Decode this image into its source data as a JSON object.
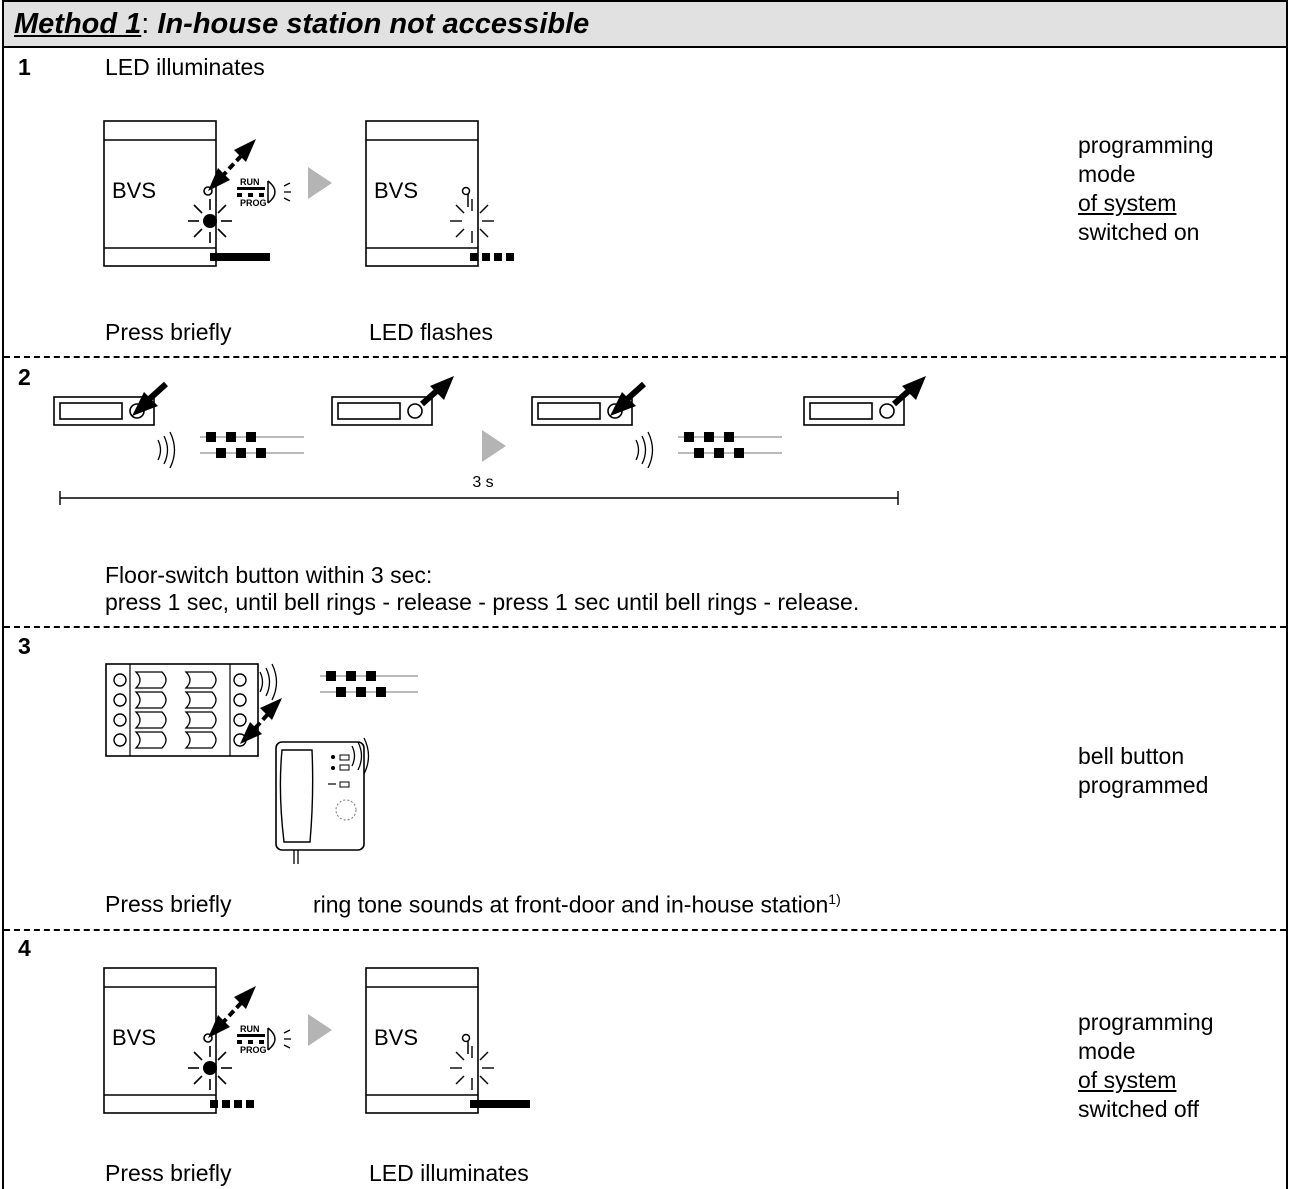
{
  "header": {
    "title_method": "Method 1",
    "title_colon": ":",
    "title_rest": " In-house station not accessible"
  },
  "steps": [
    {
      "number": "1",
      "heading": "LED illuminates",
      "caption_left": "Press briefly",
      "caption_right": "LED flashes",
      "note": [
        "programming",
        "mode",
        "of system",
        "switched on"
      ]
    },
    {
      "number": "2",
      "time_label": "3 s",
      "caption_line1": "Floor-switch button within 3 sec:",
      "caption_line2": "press 1 sec, until bell rings - release - press 1 sec until bell rings - release."
    },
    {
      "number": "3",
      "caption_left": "Press briefly",
      "caption_right": "ring tone sounds at front-door and in-house station",
      "footnote_mark": "1)",
      "note": [
        "bell button",
        "programmed"
      ]
    },
    {
      "number": "4",
      "caption_left": "Press briefly",
      "caption_right": "LED illuminates",
      "note": [
        "programming",
        "mode",
        "of system",
        "switched off"
      ]
    }
  ],
  "device": {
    "label": "BVS",
    "switch_top": "RUN",
    "switch_bottom": "PROG"
  },
  "colors": {
    "header_bg": "#e1e1e1",
    "arrow_gray": "#b4b4b4"
  }
}
